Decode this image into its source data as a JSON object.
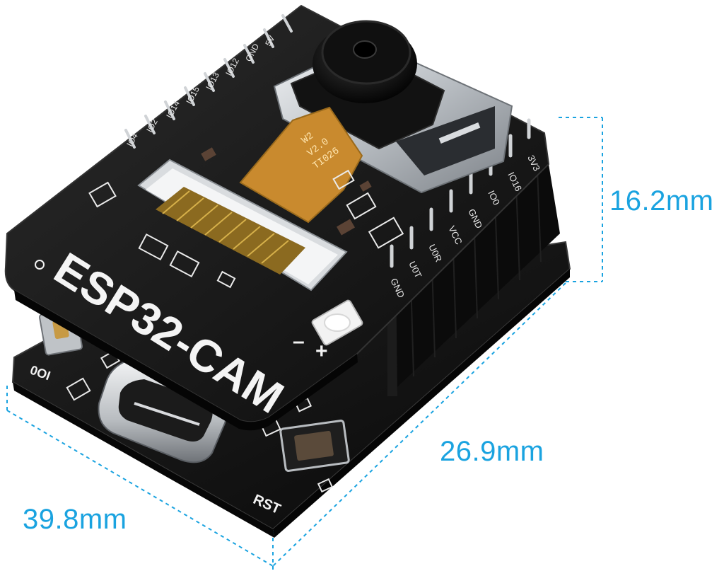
{
  "photo": {
    "board": {
      "title": "ESP32-CAM",
      "polarity_minus": "–",
      "polarity_plus": "+",
      "header_pins_right": [
        "3V3",
        "IO16",
        "IO0",
        "GND",
        "VCC",
        "U0R",
        "U0T",
        "GND"
      ],
      "header_pins_left": [
        "IO4",
        "IO2",
        "IO14",
        "IO15",
        "IO13",
        "IO12",
        "GND",
        "5V"
      ],
      "flex_cable_text": [
        "W2",
        "V2.0",
        "TI026"
      ]
    },
    "programmer": {
      "button_io0": "IO0",
      "button_rst": "RST"
    }
  },
  "dimensions": {
    "height": "16.2mm",
    "depth": "26.9mm",
    "length": "39.8mm"
  },
  "colors": {
    "dimension_accent": "#1aa3e0",
    "pcb_black": "#141414",
    "pcb_edge": "#2a2a2a",
    "silk_white": "#f2f2f2",
    "connector_gold": "#c9a227",
    "flex_amber": "#c98a2e",
    "metal": "#c9cdd1"
  }
}
